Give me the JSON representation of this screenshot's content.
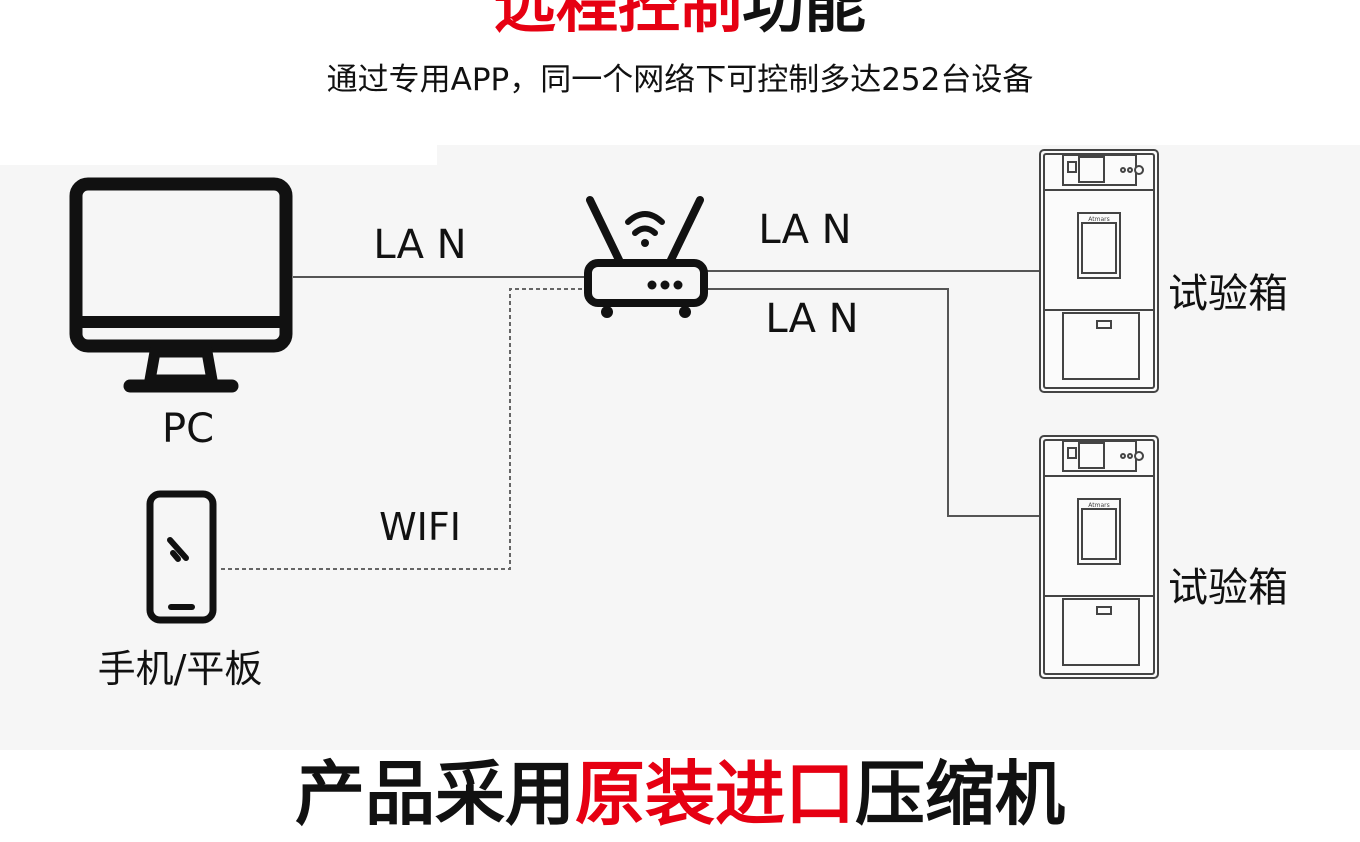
{
  "header": {
    "title_red": "远程控制",
    "title_black": "功能",
    "subtitle": "通过专用APP，同一个网络下可控制多达252台设备"
  },
  "diagram": {
    "pc_label": "PC",
    "mobile_label": "手机/平板",
    "lan_pc_label": "LA N",
    "lan_top_label": "LA N",
    "lan_bottom_label": "LA N",
    "wifi_label": "WIFI",
    "chamber1_label": "试验箱",
    "chamber2_label": "试验箱",
    "chamber_brand": "Atmars"
  },
  "footer": {
    "title_black_1": "产品采用",
    "title_red": "原装进口",
    "title_black_2": "压缩机"
  },
  "colors": {
    "accent": "#e60012",
    "panel": "#f6f6f6",
    "ink": "#111111"
  }
}
